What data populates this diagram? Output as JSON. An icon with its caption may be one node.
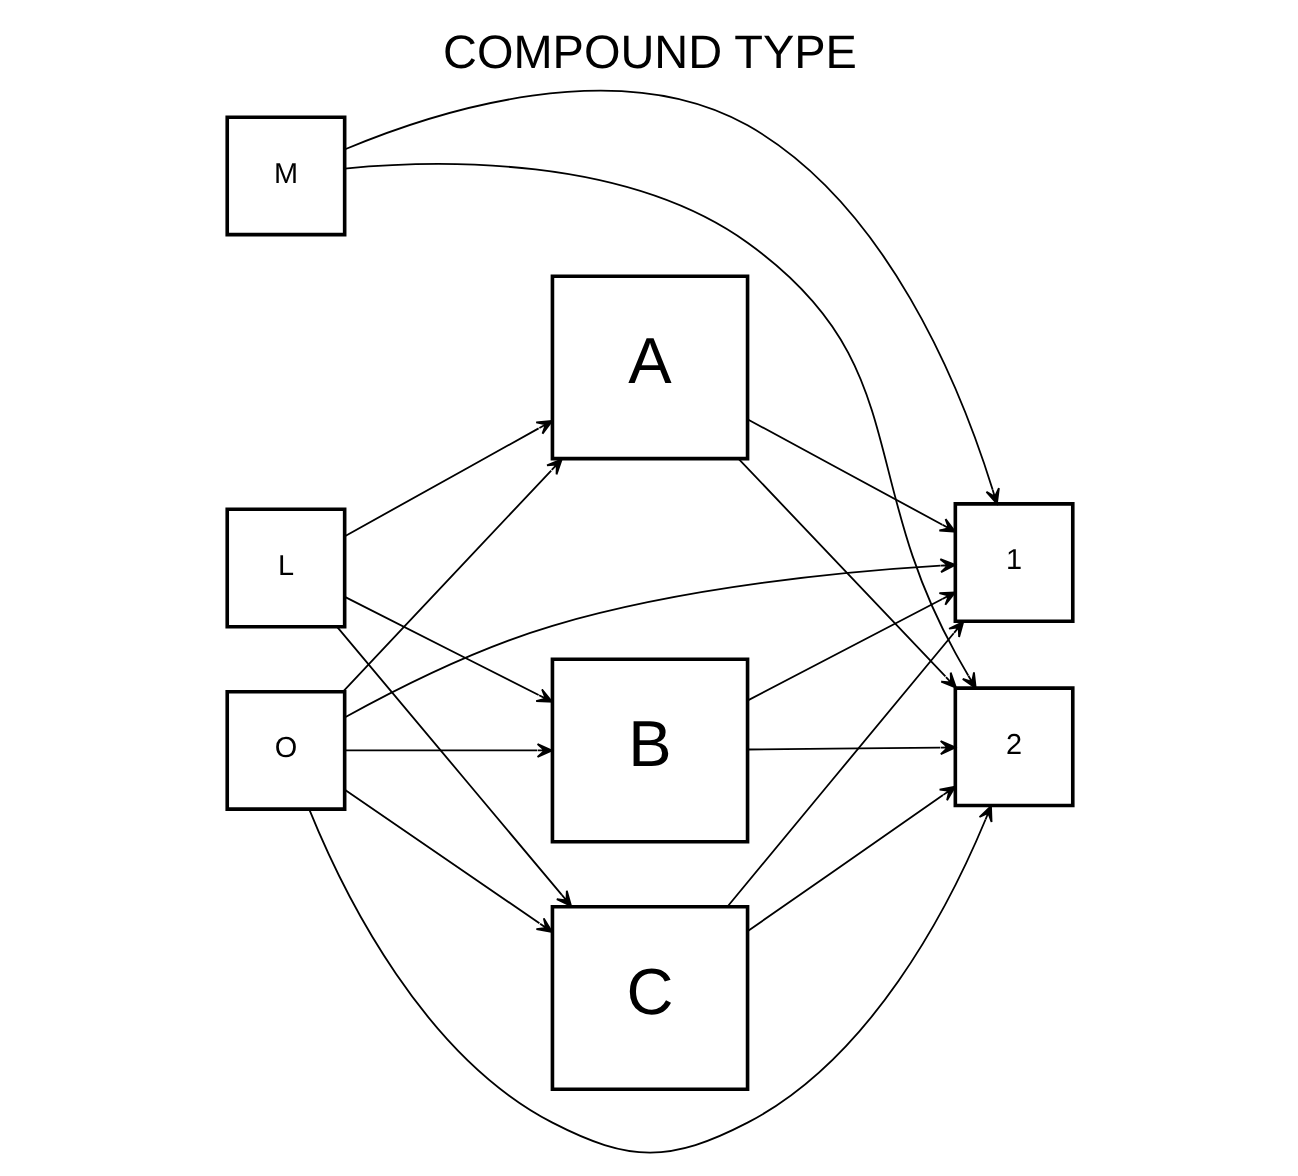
{
  "diagram": {
    "title": "COMPOUND TYPE",
    "nodes": [
      {
        "text": [
          "M"
        ]
      },
      {
        "text": [
          "L"
        ]
      },
      {
        "text": [
          "O"
        ]
      },
      {
        "text": [
          "A"
        ]
      },
      {
        "text": [
          "B"
        ]
      },
      {
        "text": [
          "C"
        ]
      },
      {
        "text": [
          "1"
        ]
      },
      {
        "text": [
          "2"
        ]
      }
    ],
    "edges": [
      {
        "from": 0,
        "to": 6,
        "arrow": "to"
      },
      {
        "from": 0,
        "to": 7,
        "arrow": "to"
      },
      {
        "from": 1,
        "to": 3,
        "arrow": "to"
      },
      {
        "from": 1,
        "to": 4,
        "arrow": "to"
      },
      {
        "from": 1,
        "to": 5,
        "arrow": "to"
      },
      {
        "from": 2,
        "to": 3,
        "arrow": "to"
      },
      {
        "from": 2,
        "to": 4,
        "arrow": "to"
      },
      {
        "from": 2,
        "to": 5,
        "arrow": "to"
      },
      {
        "from": 2,
        "to": 7,
        "arrow": "to"
      },
      {
        "from": 2,
        "to": 6,
        "arrow": "to"
      },
      {
        "from": 3,
        "to": 6,
        "arrow": "to"
      },
      {
        "from": 3,
        "to": 7,
        "arrow": "to"
      },
      {
        "from": 4,
        "to": 6,
        "arrow": "to"
      },
      {
        "from": 4,
        "to": 7,
        "arrow": "to"
      },
      {
        "from": 5,
        "to": 6,
        "arrow": "to"
      },
      {
        "from": 5,
        "to": 7,
        "arrow": "to"
      }
    ]
  }
}
